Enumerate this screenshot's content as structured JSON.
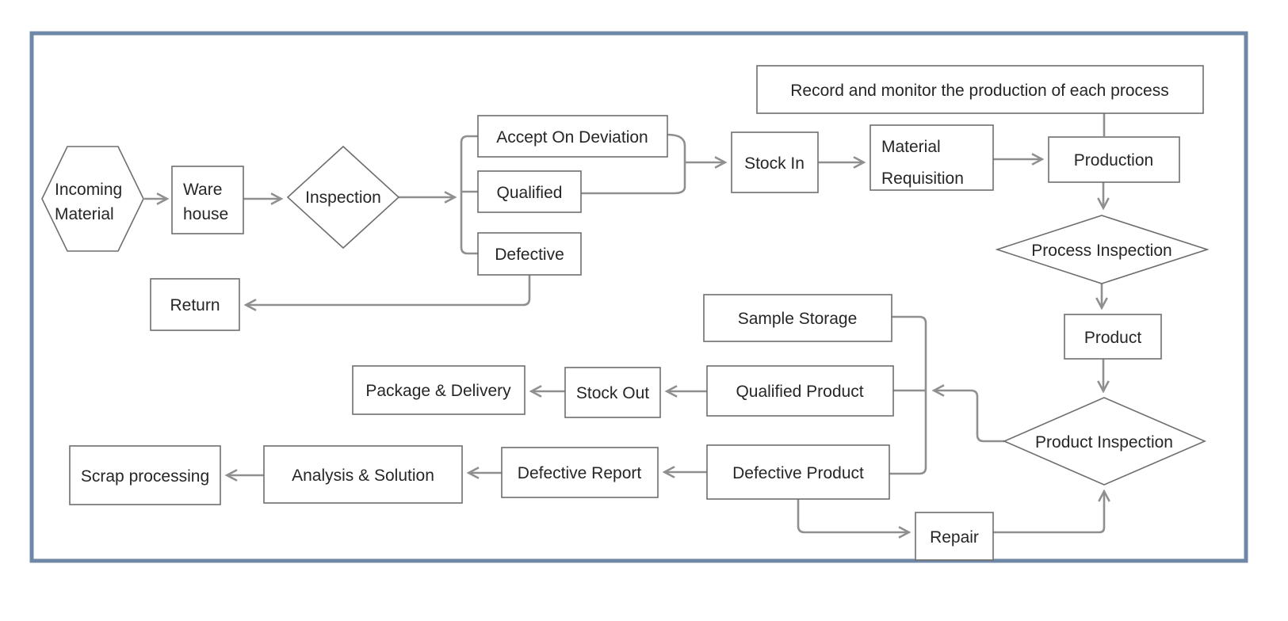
{
  "diagram": {
    "type": "flowchart",
    "colors": {
      "frame_border": "#6f88a8",
      "shape_stroke": "#6e6e6e",
      "connector": "#8f8f8f",
      "text": "#262626",
      "background": "#ffffff"
    },
    "nodes": {
      "incoming_material": {
        "shape": "hexagon",
        "line1": "Incoming",
        "line2": "Material"
      },
      "warehouse": {
        "shape": "rect",
        "line1": "Ware",
        "line2": "house"
      },
      "inspection": {
        "shape": "diamond",
        "label": "Inspection"
      },
      "accept_on_deviation": {
        "shape": "rect",
        "label": "Accept On Deviation"
      },
      "qualified": {
        "shape": "rect",
        "label": "Qualified"
      },
      "defective": {
        "shape": "rect",
        "label": "Defective"
      },
      "return": {
        "shape": "rect",
        "label": "Return"
      },
      "record_monitor": {
        "shape": "rect",
        "label": "Record and monitor the production of each process"
      },
      "stock_in": {
        "shape": "rect",
        "label": "Stock In"
      },
      "material_requisition": {
        "shape": "rect",
        "line1": "Material",
        "line2": "Requisition"
      },
      "production": {
        "shape": "rect",
        "label": "Production"
      },
      "process_inspection": {
        "shape": "diamond",
        "label": "Process Inspection"
      },
      "product": {
        "shape": "rect",
        "label": "Product"
      },
      "product_inspection": {
        "shape": "diamond",
        "label": "Product Inspection"
      },
      "sample_storage": {
        "shape": "rect",
        "label": "Sample Storage"
      },
      "qualified_product": {
        "shape": "rect",
        "label": "Qualified Product"
      },
      "defective_product": {
        "shape": "rect",
        "label": "Defective Product"
      },
      "stock_out": {
        "shape": "rect",
        "label": "Stock Out"
      },
      "package_delivery": {
        "shape": "rect",
        "label": "Package & Delivery"
      },
      "defective_report": {
        "shape": "rect",
        "label": "Defective Report"
      },
      "analysis_solution": {
        "shape": "rect",
        "label": "Analysis & Solution"
      },
      "scrap_processing": {
        "shape": "rect",
        "label": "Scrap processing"
      },
      "repair": {
        "shape": "rect",
        "label": "Repair"
      }
    },
    "edges": [
      {
        "from": "incoming_material",
        "to": "warehouse"
      },
      {
        "from": "warehouse",
        "to": "inspection"
      },
      {
        "from": "inspection",
        "to": "accept_on_deviation"
      },
      {
        "from": "inspection",
        "to": "qualified"
      },
      {
        "from": "inspection",
        "to": "defective"
      },
      {
        "from": "accept_on_deviation",
        "to": "stock_in"
      },
      {
        "from": "qualified",
        "to": "stock_in"
      },
      {
        "from": "defective",
        "to": "return"
      },
      {
        "from": "record_monitor",
        "to": "production"
      },
      {
        "from": "stock_in",
        "to": "material_requisition"
      },
      {
        "from": "material_requisition",
        "to": "production"
      },
      {
        "from": "production",
        "to": "process_inspection"
      },
      {
        "from": "process_inspection",
        "to": "product"
      },
      {
        "from": "product",
        "to": "product_inspection"
      },
      {
        "from": "product_inspection",
        "to": "sample_storage"
      },
      {
        "from": "product_inspection",
        "to": "qualified_product"
      },
      {
        "from": "product_inspection",
        "to": "defective_product"
      },
      {
        "from": "qualified_product",
        "to": "stock_out"
      },
      {
        "from": "stock_out",
        "to": "package_delivery"
      },
      {
        "from": "defective_product",
        "to": "defective_report"
      },
      {
        "from": "defective_report",
        "to": "analysis_solution"
      },
      {
        "from": "analysis_solution",
        "to": "scrap_processing"
      },
      {
        "from": "defective_product",
        "to": "repair"
      },
      {
        "from": "repair",
        "to": "product_inspection"
      }
    ]
  }
}
